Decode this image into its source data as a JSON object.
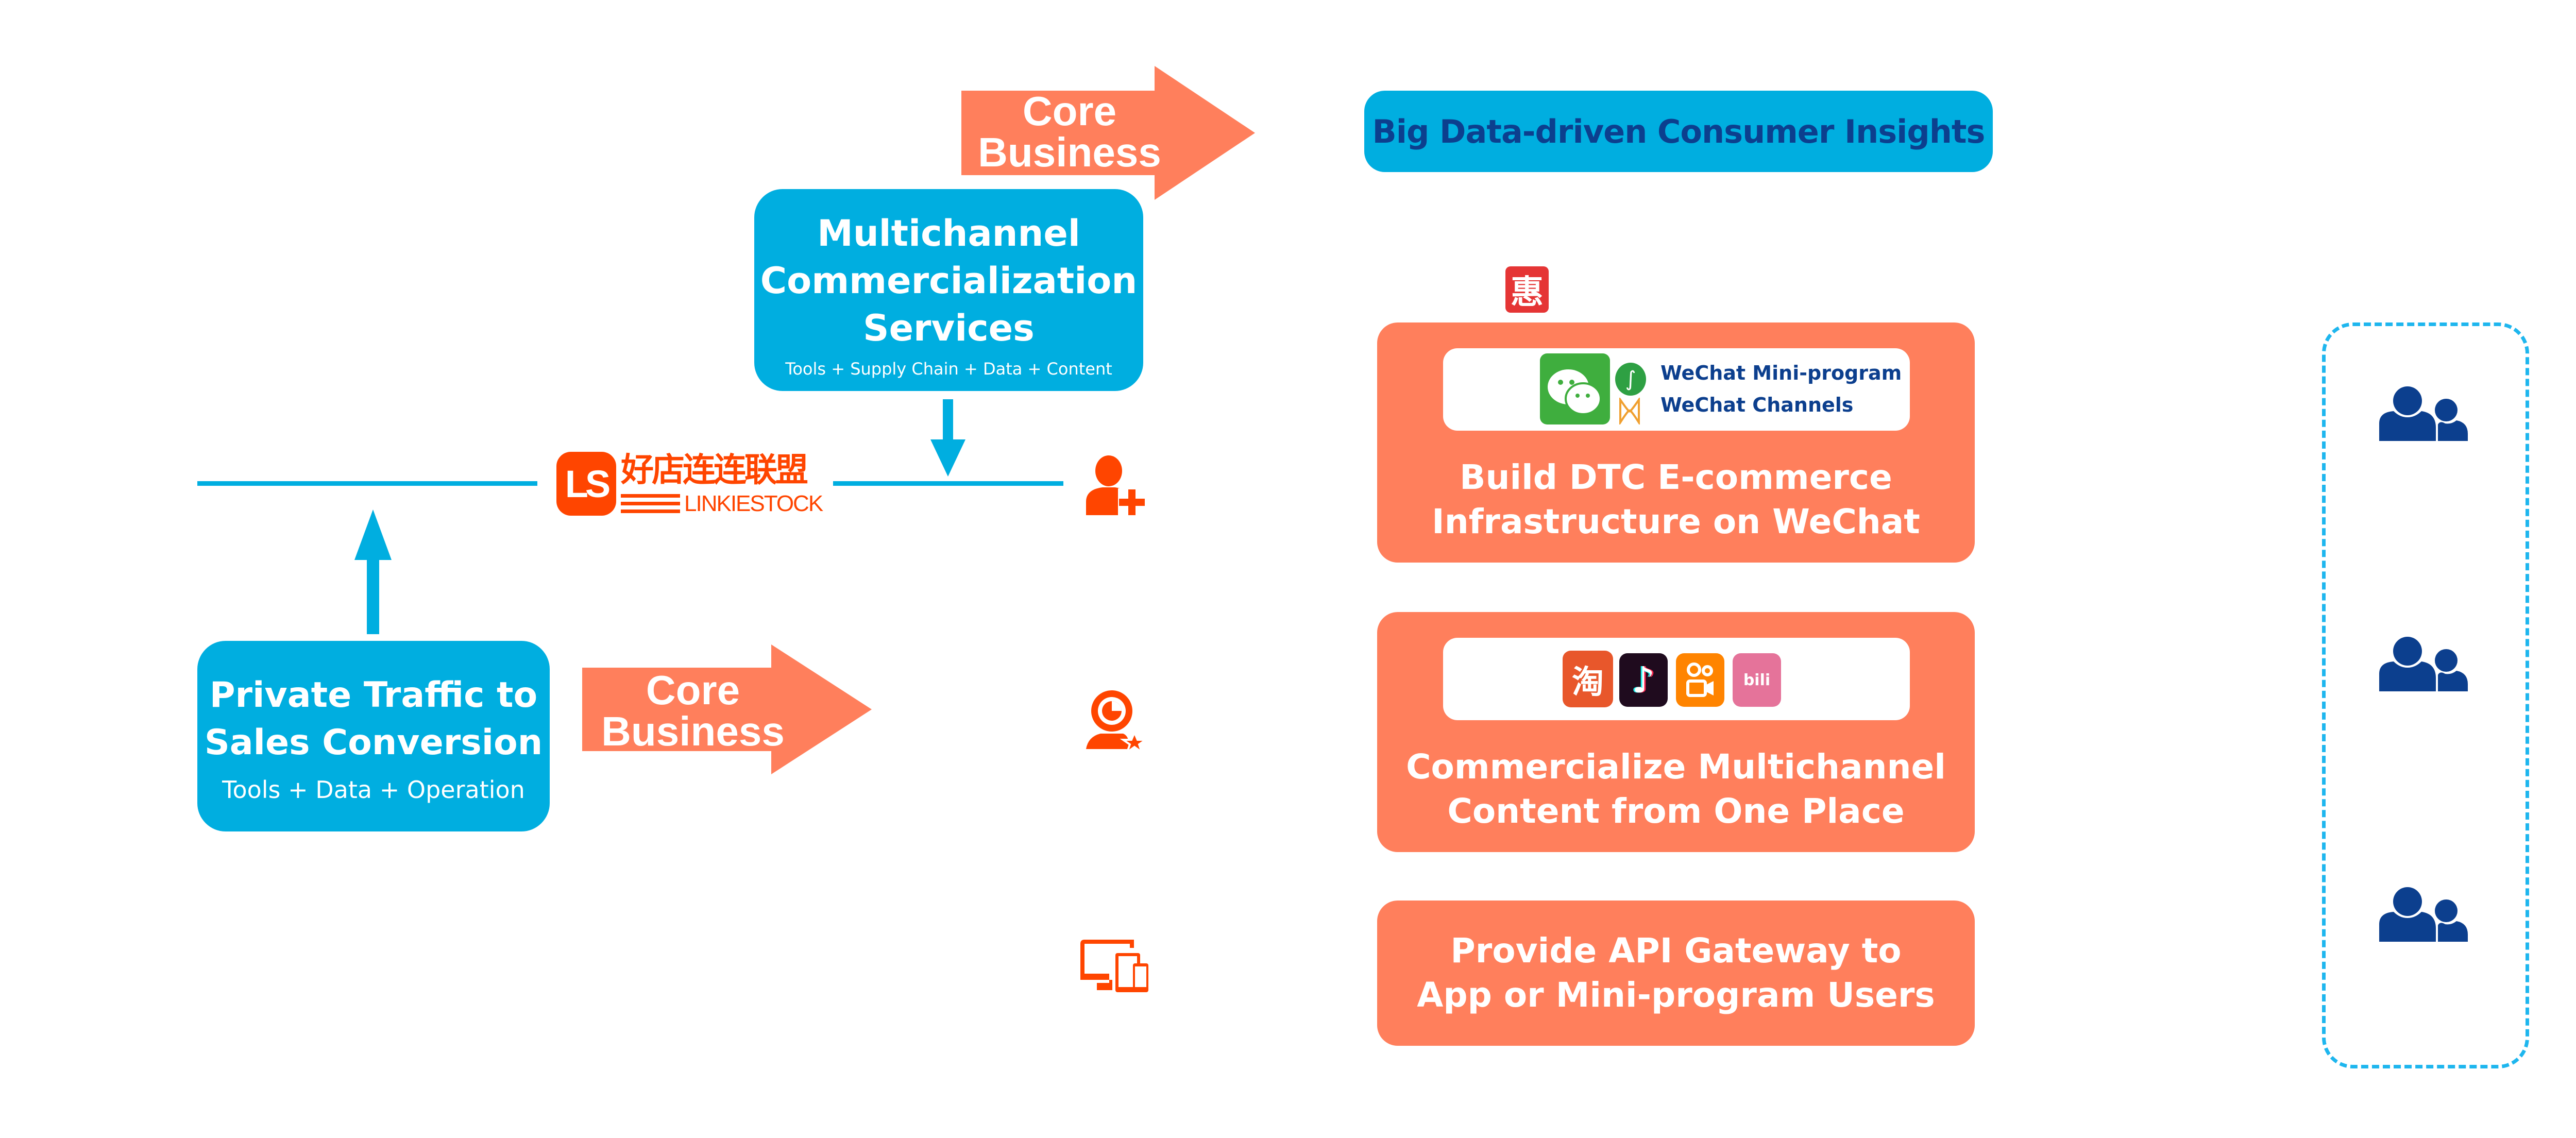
{
  "colors": {
    "brand_blue": "#00aee0",
    "coral": "#ff7f5c",
    "navy_text": "#0c3f8e",
    "accent_red": "#ff4500",
    "wechat_green": "#3fae3e"
  },
  "core_arrows": [
    {
      "line1": "Core",
      "line2": "Business"
    },
    {
      "line1": "Core",
      "line2": "Business"
    }
  ],
  "insights_box": {
    "label": "Big Data-driven Consumer Insights"
  },
  "multichannel_box": {
    "title_line1": "Multichannel",
    "title_line2": "Commercialization",
    "title_line3": "Services",
    "subtitle": "Tools + Supply Chain + Data + Content"
  },
  "private_traffic_box": {
    "title_line1": "Private Traffic to",
    "title_line2": "Sales Conversion",
    "subtitle": "Tools + Data + Operation"
  },
  "logo": {
    "mark": "LS",
    "chinese_name": "好店连连联盟",
    "english_name": "LINKIESTOCK"
  },
  "badge_icon": {
    "glyph": "惠"
  },
  "cards": [
    {
      "title_line1": "Build DTC E-commerce",
      "title_line2": "Infrastructure on WeChat",
      "platforms": [
        {
          "name": "WeChat Mini-program",
          "icon": "mini-program-icon"
        },
        {
          "name": "WeChat Channels",
          "icon": "channels-icon"
        }
      ]
    },
    {
      "title_line1": "Commercialize Multichannel",
      "title_line2": "Content from One Place",
      "apps": [
        {
          "icon": "taobao-icon",
          "glyph": "淘",
          "color": "#e8572b"
        },
        {
          "icon": "douyin-icon",
          "glyph": "♪",
          "color": "#1f0b1e"
        },
        {
          "icon": "kuaishou-icon",
          "glyph": "",
          "color": "#ff8400"
        },
        {
          "icon": "bilibili-icon",
          "glyph": "bili",
          "color": "#e5739a"
        }
      ]
    },
    {
      "title_line1": "Provide API Gateway to",
      "title_line2": "App or Mini-program Users"
    }
  ],
  "side_icons": [
    "add-user-icon",
    "webcam-icon",
    "devices-icon"
  ],
  "user_groups": [
    "user-group-icon",
    "user-group-icon",
    "user-group-icon"
  ]
}
